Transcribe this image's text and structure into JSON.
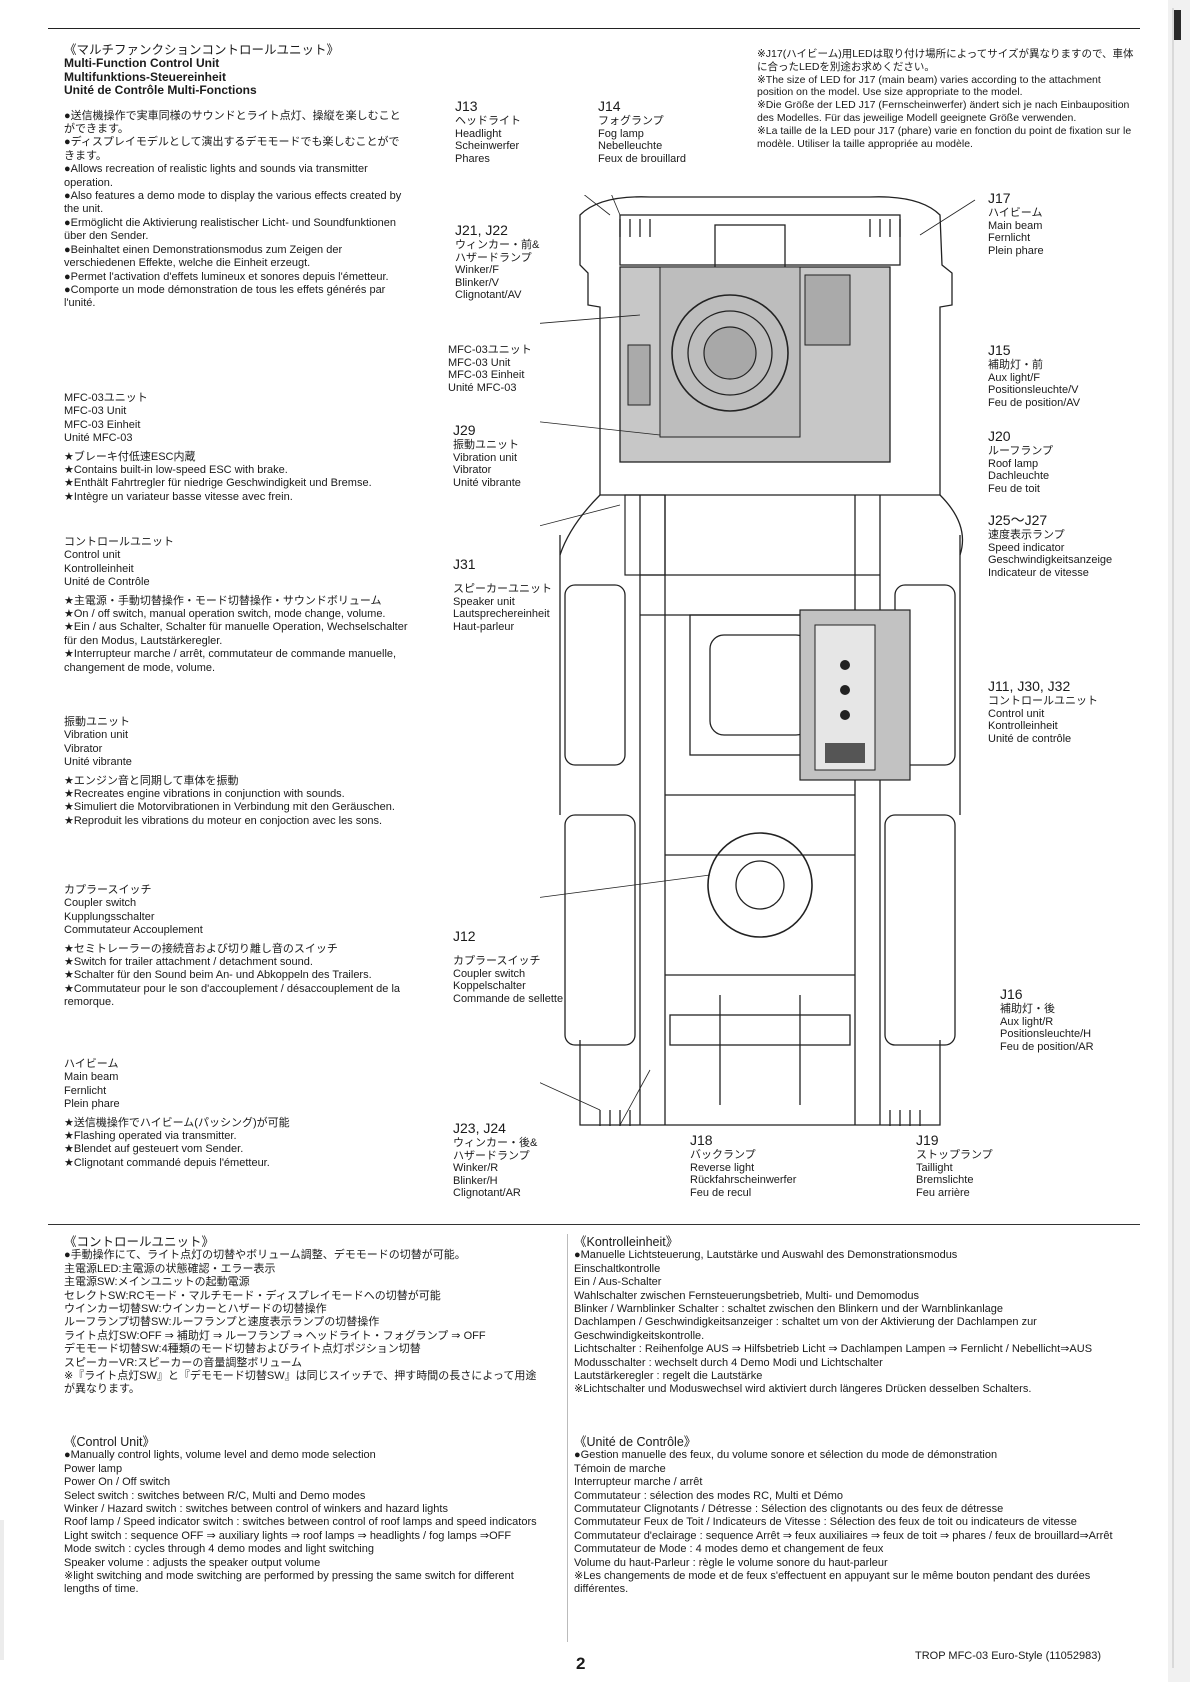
{
  "intro": {
    "title_ja": "《マルチファンクションコントロールユニット》",
    "title_en": "Multi-Function Control Unit",
    "title_de": "Multifunktions-Steuereinheit",
    "title_fr": "Unité de Contrôle Multi-Fonctions",
    "lines": [
      "●送信機操作で実車同様のサウンドとライト点灯、操縦を楽しむことができます。",
      "●ディスプレイモデルとして演出するデモモードでも楽しむことができます。",
      "●Allows recreation of realistic lights and sounds via transmitter operation.",
      "●Also features a demo mode to display the various effects created by the unit.",
      "●Ermöglicht die Aktivierung realistischer Licht- und Soundfunktionen über den Sender.",
      "●Beinhaltet einen Demonstrationsmodus zum Zeigen der verschiedenen Effekte, welche die Einheit erzeugt.",
      "●Permet l'activation d'effets lumineux et sonores depuis l'émetteur.",
      "●Comporte un mode démonstration de tous les effets générés par l'unité."
    ]
  },
  "left_blocks": [
    {
      "name_ja": "MFC-03ユニット",
      "name_en": "MFC-03 Unit",
      "name_de": "MFC-03 Einheit",
      "name_fr": "Unité MFC-03",
      "notes": [
        "★ブレーキ付低速ESC内蔵",
        "★Contains built-in low-speed ESC with brake.",
        "★Enthält Fahrtregler für niedrige Geschwindigkeit und Bremse.",
        "★Intègre un variateur basse vitesse avec frein."
      ]
    },
    {
      "name_ja": "コントロールユニット",
      "name_en": "Control unit",
      "name_de": "Kontrolleinheit",
      "name_fr": "Unité de Contrôle",
      "notes": [
        "★主電源・手動切替操作・モード切替操作・サウンドボリューム",
        "★On / off switch, manual operation switch, mode change, volume.",
        "★Ein / aus Schalter, Schalter für manuelle Operation, Wechselschalter für den Modus, Lautstärkeregler.",
        "★Interrupteur marche / arrêt, commutateur de commande manuelle, changement de mode, volume."
      ]
    },
    {
      "name_ja": "振動ユニット",
      "name_en": "Vibration unit",
      "name_de": "Vibrator",
      "name_fr": "Unité vibrante",
      "notes": [
        "★エンジン音と同期して車体を振動",
        "★Recreates engine vibrations in conjunction with sounds.",
        "★Simuliert die Motorvibrationen in Verbindung mit den Geräuschen.",
        "★Reproduit les vibrations du moteur en conjoction avec les sons."
      ]
    },
    {
      "name_ja": "カプラースイッチ",
      "name_en": "Coupler switch",
      "name_de": "Kupplungsschalter",
      "name_fr": "Commutateur Accouplement",
      "notes": [
        "★セミトレーラーの接続音および切り離し音のスイッチ",
        "★Switch for trailer attachment / detachment sound.",
        "★Schalter für den Sound beim An- und Abkoppeln des Trailers.",
        "★Commutateur pour le son d'accouplement / désaccouplement de la remorque."
      ]
    },
    {
      "name_ja": "ハイビーム",
      "name_en": "Main beam",
      "name_de": "Fernlicht",
      "name_fr": "Plein phare",
      "notes": [
        "★送信機操作でハイビーム(パッシング)が可能",
        "★Flashing operated via transmitter.",
        "★Blendet auf gesteuert vom Sender.",
        "★Clignotant commandé depuis l'émetteur."
      ]
    }
  ],
  "led_note": [
    "※J17(ハイビーム)用LEDは取り付け場所によってサイズが異なりますので、車体に合ったLEDを別途お求めください。",
    "※The size of LED for J17 (main beam) varies according to the attachment position on the model. Use size appropriate to the model.",
    "※Die Größe der LED J17 (Fernscheinwerfer) ändert sich je nach Einbauposition des Modelles. Für das jeweilige Modell geeignete Größe verwenden.",
    "※La taille de la LED pour J17 (phare) varie en fonction du point de fixation sur le modèle. Utiliser la taille appropriée au modèle."
  ],
  "labels": {
    "j13": {
      "code": "J13",
      "lines": [
        "ヘッドライト",
        "Headlight",
        "Scheinwerfer",
        "Phares"
      ]
    },
    "j14": {
      "code": "J14",
      "lines": [
        "フォグランプ",
        "Fog lamp",
        "Nebelleuchte",
        "Feux de brouillard"
      ]
    },
    "j21": {
      "code": "J21, J22",
      "lines": [
        "ウィンカー・前&",
        "ハザードランプ",
        "Winker/F",
        "Blinker/V",
        "Clignotant/AV"
      ]
    },
    "mfc": {
      "code": "",
      "lines": [
        "MFC-03ユニット",
        "MFC-03 Unit",
        "MFC-03 Einheit",
        "Unité MFC-03"
      ]
    },
    "j29": {
      "code": "J29",
      "lines": [
        "振動ユニット",
        "Vibration unit",
        "Vibrator",
        "Unité vibrante"
      ]
    },
    "j31": {
      "code": "J31",
      "lines": [
        "スピーカーユニット",
        "Speaker unit",
        "Lautsprechereinheit",
        "Haut-parleur"
      ]
    },
    "j12": {
      "code": "J12",
      "lines": [
        "カプラースイッチ",
        "Coupler switch",
        "Koppelschalter",
        "Commande de sellette"
      ]
    },
    "j23": {
      "code": "J23, J24",
      "lines": [
        "ウィンカー・後&",
        "ハザードランプ",
        "Winker/R",
        "Blinker/H",
        "Clignotant/AR"
      ]
    },
    "j18": {
      "code": "J18",
      "lines": [
        "バックランプ",
        "Reverse light",
        "Rückfahrscheinwerfer",
        "Feu de recul"
      ]
    },
    "j19": {
      "code": "J19",
      "lines": [
        "ストップランプ",
        "Taillight",
        "Bremslichte",
        "Feu arrière"
      ]
    },
    "j17": {
      "code": "J17",
      "lines": [
        "ハイビーム",
        "Main beam",
        "Fernlicht",
        "Plein phare"
      ]
    },
    "j15": {
      "code": "J15",
      "lines": [
        "補助灯・前",
        "Aux light/F",
        "Positionsleuchte/V",
        "Feu de position/AV"
      ]
    },
    "j20": {
      "code": "J20",
      "lines": [
        "ルーフランプ",
        "Roof lamp",
        "Dachleuchte",
        "Feu de toit"
      ]
    },
    "j25": {
      "code": "J25〜J27",
      "lines": [
        "速度表示ランプ",
        "Speed indicator",
        "Geschwindigkeitsanzeige",
        "Indicateur de vitesse"
      ]
    },
    "j11": {
      "code": "J11, J30, J32",
      "lines": [
        "コントロールユニット",
        "Control unit",
        "Kontrolleinheit",
        "Unité de contrôle"
      ]
    },
    "j16": {
      "code": "J16",
      "lines": [
        "補助灯・後",
        "Aux light/R",
        "Positionsleuchte/H",
        "Feu de position/AR"
      ]
    }
  },
  "bottom": {
    "ja_title": "《コントロールユニット》",
    "ja_lines": [
      "●手動操作にて、ライト点灯の切替やボリューム調整、デモモードの切替が可能。",
      "主電源LED:主電源の状態確認・エラー表示",
      "主電源SW:メインユニットの起動電源",
      "セレクトSW:RCモード・マルチモード・ディスプレイモードへの切替が可能",
      "ウインカー切替SW:ウインカーとハザードの切替操作",
      "ルーフランプ切替SW:ルーフランプと速度表示ランプの切替操作",
      "ライト点灯SW:OFF ⇒ 補助灯 ⇒ ルーフランプ ⇒ ヘッドライト・フォグランプ ⇒ OFF",
      "デモモード切替SW:4種類のモード切替およびライト点灯ポジション切替",
      "スピーカーVR:スピーカーの音量調整ボリューム",
      "※『ライト点灯SW』と『デモモード切替SW』は同じスイッチで、押す時間の長さによって用途が異なります。"
    ],
    "en_title": "《Control Unit》",
    "en_lines": [
      "●Manually control lights, volume level and demo mode selection",
      "Power lamp",
      "Power On / Off switch",
      "Select switch : switches between R/C, Multi and Demo modes",
      "Winker / Hazard switch : switches between control of winkers and hazard lights",
      "Roof lamp / Speed indicator switch : switches between control of roof lamps and speed indicators",
      "Light switch : sequence OFF ⇒ auxiliary lights ⇒ roof lamps ⇒ headlights / fog lamps ⇒OFF",
      "Mode switch : cycles through 4 demo modes and light switching",
      "Speaker volume : adjusts the speaker output volume",
      "※light switching and mode switching are performed by pressing the same switch for different lengths of time."
    ],
    "de_title": "《Kontrolleinheit》",
    "de_lines": [
      "●Manuelle Lichtsteuerung, Lautstärke und Auswahl des Demonstrationsmodus",
      "Einschaltkontrolle",
      "Ein / Aus-Schalter",
      "Wahlschalter zwischen Fernsteuerungsbetrieb, Multi- und Demomodus",
      "Blinker / Warnblinker Schalter : schaltet zwischen den Blinkern und der Warnblinkanlage",
      "Dachlampen / Geschwindigkeitsanzeiger : schaltet um von der Aktivierung der Dachlampen zur Geschwindigkeitskontrolle.",
      "Lichtschalter : Reihenfolge AUS ⇒ Hilfsbetrieb Licht ⇒ Dachlampen Lampen ⇒ Fernlicht / Nebellicht⇒AUS",
      "Modusschalter : wechselt durch 4 Demo Modi und Lichtschalter",
      "Lautstärkeregler : regelt die Lautstärke",
      "※Lichtschalter und Moduswechsel wird aktiviert durch längeres Drücken desselben Schalters."
    ],
    "fr_title": "《Unité de Contrôle》",
    "fr_lines": [
      "●Gestion manuelle des feux, du volume sonore et sélection du mode de démonstration",
      "Témoin de marche",
      "Interrupteur marche / arrêt",
      "Commutateur : sélection des modes RC, Multi et Démo",
      "Commutateur Clignotants / Détresse : Sélection des clignotants ou des feux de détresse",
      "Commutateur Feux de Toit / Indicateurs de Vitesse : Sélection des feux de toit ou indicateurs de vitesse",
      "Commutateur d'eclairage : sequence Arrêt ⇒ feux auxiliaires ⇒ feux de toit ⇒ phares / feux de brouillard⇒Arrêt",
      "Commutateur de Mode : 4 modes demo et changement de feux",
      "Volume du haut-Parleur : règle le volume sonore du haut-parleur",
      "※Les changements de mode et de feux s'effectuent en appuyant sur le même bouton pendant des durées différentes."
    ]
  },
  "footer": {
    "page": "2",
    "ref": "TROP MFC-03 Euro-Style (11052983)"
  }
}
